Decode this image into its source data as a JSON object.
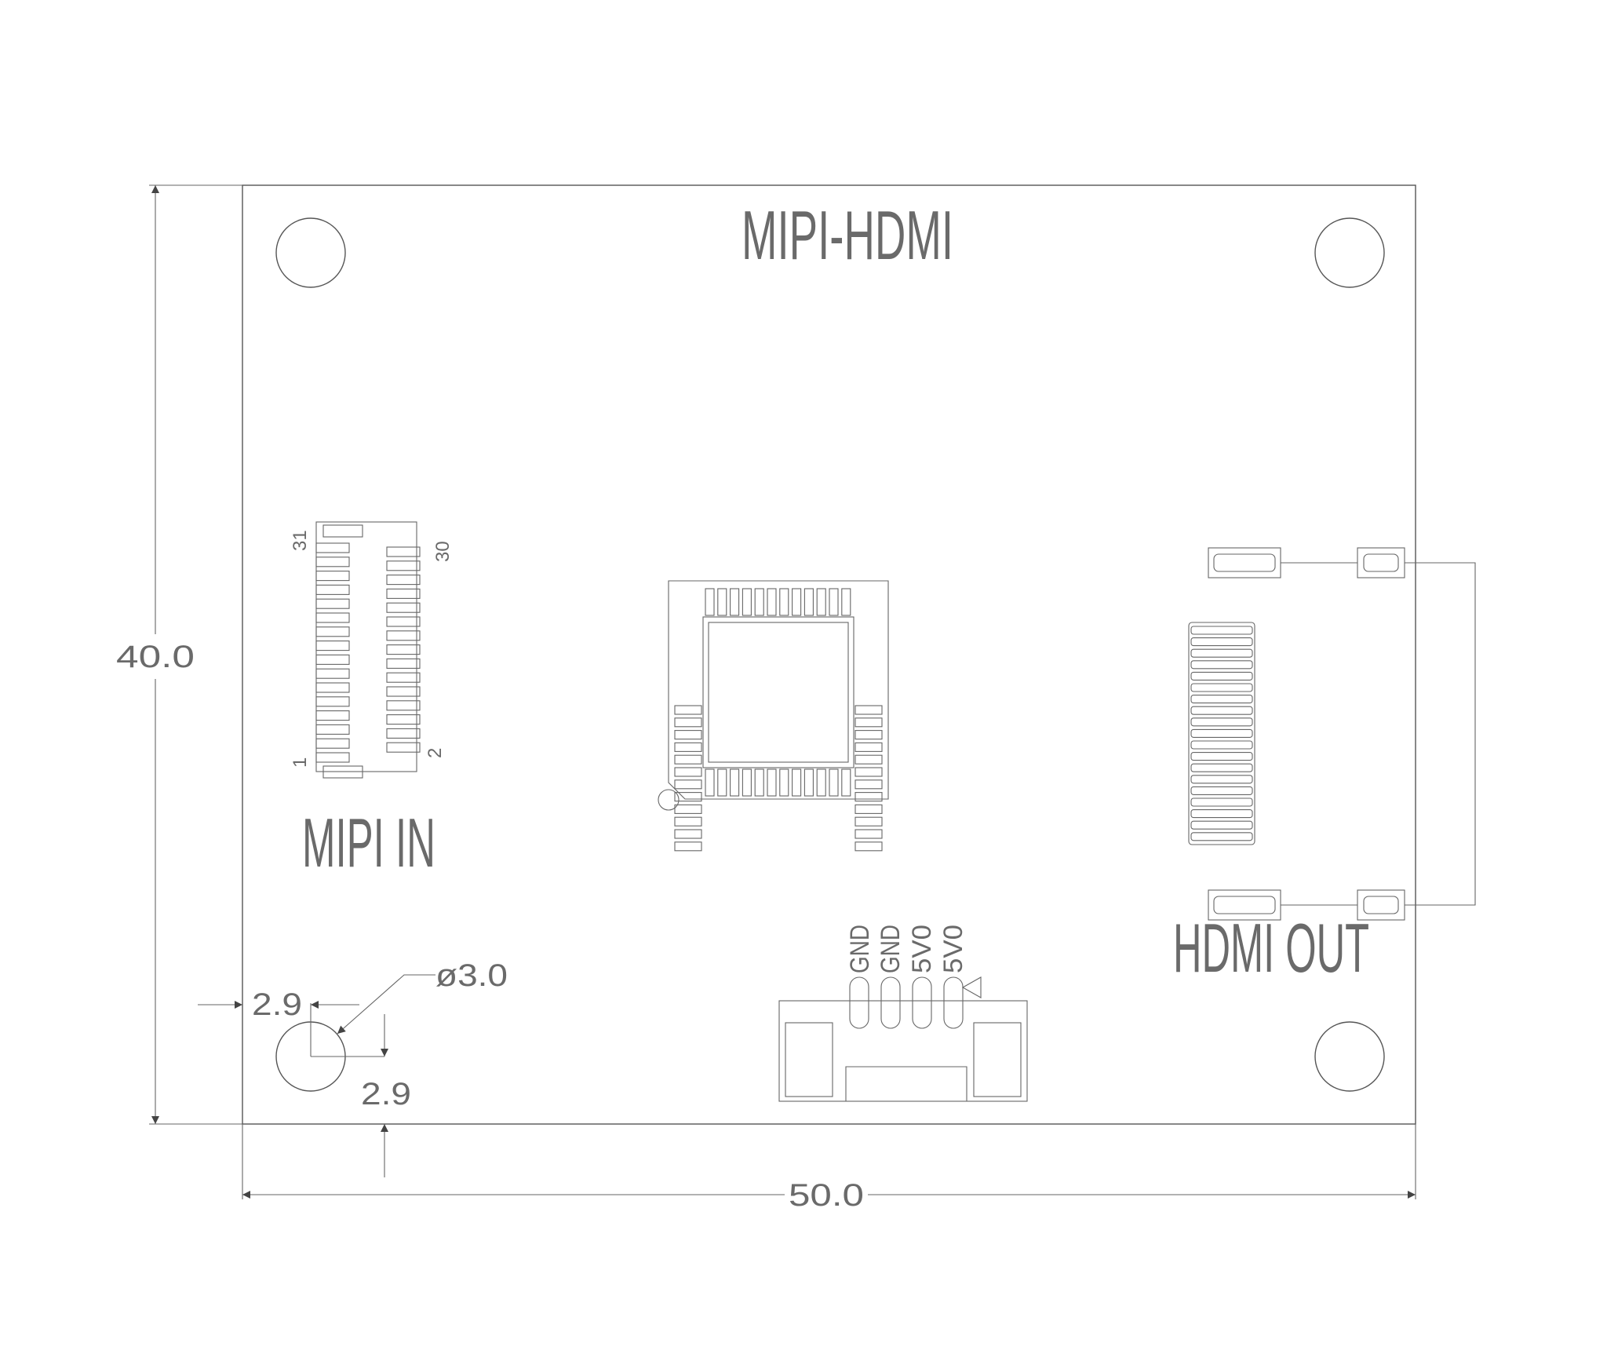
{
  "board": {
    "title": "MIPI-HDMI",
    "width_label": "50.0",
    "height_label": "40.0"
  },
  "mipi_connector": {
    "label": "MIPI IN",
    "pin_top_left": "31",
    "pin_top_right": "30",
    "pin_bottom_left": "1",
    "pin_bottom_right": "2"
  },
  "hdmi_connector": {
    "label": "HDMI OUT"
  },
  "power_connector": {
    "pins": [
      "GND",
      "GND",
      "5V0",
      "5V0"
    ]
  },
  "mounting_hole": {
    "diameter_label": "ø3.0",
    "offset_x_label": "2.9",
    "offset_y_label": "2.9"
  }
}
